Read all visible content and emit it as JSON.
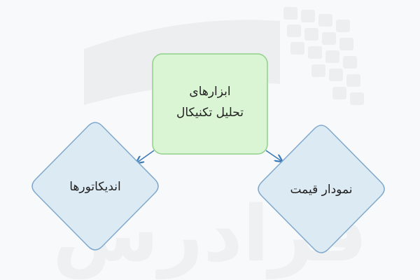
{
  "diagram": {
    "root": {
      "label_lines": [
        "ابزارهای",
        "تحلیل تکنیکال"
      ],
      "fill": "#d9f5d3",
      "stroke": "#8fd08a"
    },
    "children": [
      {
        "id": "indicators",
        "label": "اندیکاتورها",
        "fill": "#dceaf3",
        "stroke": "#7fa8cc"
      },
      {
        "id": "price-chart",
        "label": "نمودار قیمت",
        "fill": "#dceaf3",
        "stroke": "#7fa8cc"
      }
    ],
    "arrow_color": "#3d7ab8",
    "watermark_text": "فرادرس",
    "watermark_color": "#eef0f1"
  }
}
